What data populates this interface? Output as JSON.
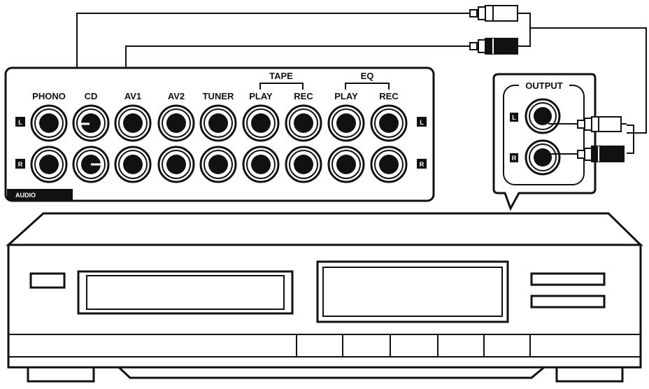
{
  "audio_panel": {
    "badge": "AUDIO",
    "group_tape": "TAPE",
    "group_eq": "EQ",
    "side_left": "L",
    "side_right": "R",
    "columns": [
      "PHONO",
      "CD",
      "AV1",
      "AV2",
      "TUNER",
      "PLAY",
      "REC",
      "PLAY",
      "REC"
    ]
  },
  "output_panel": {
    "title": "OUTPUT",
    "side_left": "L",
    "side_right": "R"
  },
  "cable_plugs": {
    "white": "white-rca-plug",
    "black": "black-rca-plug"
  },
  "colors": {
    "ink": "#111111",
    "paper": "#ffffff"
  }
}
